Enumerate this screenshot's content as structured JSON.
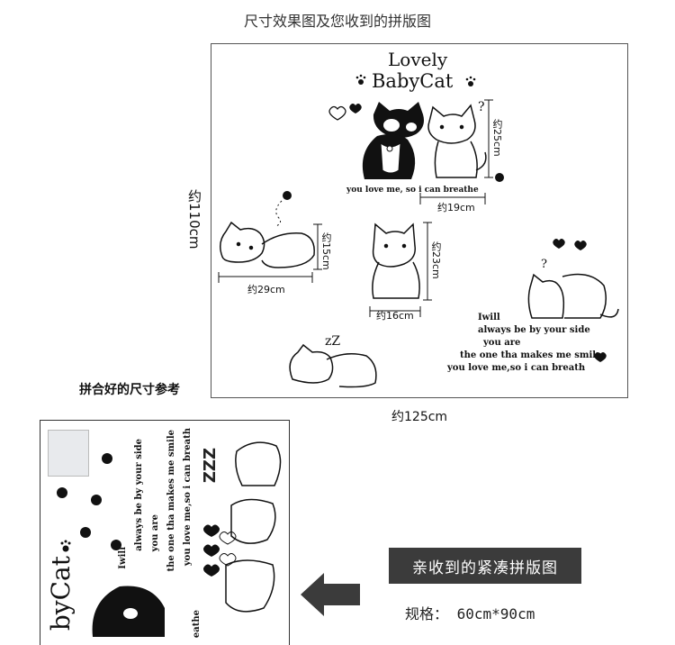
{
  "header": {
    "title": "尺寸效果图及您收到的拼版图"
  },
  "preview": {
    "heading_line1": "Lovely",
    "heading_line2": "BabyCat",
    "height_label": "约110cm",
    "width_label": "约125cm",
    "left_caption": "拼合好的尺寸参考",
    "dims": {
      "top_cats_h": "约25cm",
      "top_cats_w": "约19cm",
      "lying_cat_h": "约15cm",
      "lying_cat_w": "约29cm",
      "sitting_cat_h": "约23cm",
      "sitting_cat_w": "约16cm"
    },
    "texts": {
      "love_line": "you love me, so i can breathe",
      "will_1": "Iwill",
      "will_2": "always be by your side",
      "will_3": "you are",
      "will_4": "the one tha makes me smile",
      "will_5": "you love me,so i can breath",
      "zzz": "zZ",
      "question": "?"
    }
  },
  "sheet": {
    "vertical_lines": [
      "Iwill",
      "always be by your side",
      "you are",
      "the one tha makes me smile",
      "you love me,so i can breath",
      "eathe"
    ],
    "cat_text": "byCat",
    "zzz": "ZZZ"
  },
  "badge": {
    "label": "亲收到的紧凑拼版图"
  },
  "spec": {
    "text": "规格： 60cm*90cm"
  },
  "colors": {
    "badge_bg": "#3b3b3b",
    "arrow": "#3b3b3b"
  }
}
